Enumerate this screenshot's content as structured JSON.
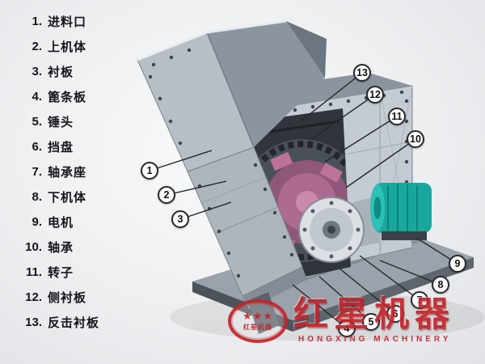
{
  "parts_list": {
    "items": [
      {
        "num": "1.",
        "label": "进料口"
      },
      {
        "num": "2.",
        "label": "上机体"
      },
      {
        "num": "3.",
        "label": "衬板"
      },
      {
        "num": "4.",
        "label": "篦条板"
      },
      {
        "num": "5.",
        "label": "锤头"
      },
      {
        "num": "6.",
        "label": "挡盘"
      },
      {
        "num": "7.",
        "label": "轴承座"
      },
      {
        "num": "8.",
        "label": "下机体"
      },
      {
        "num": "9.",
        "label": "电机"
      },
      {
        "num": "10.",
        "label": "轴承"
      },
      {
        "num": "11.",
        "label": "转子"
      },
      {
        "num": "12.",
        "label": "侧衬板"
      },
      {
        "num": "13.",
        "label": "反击衬板"
      }
    ]
  },
  "callouts": [
    {
      "n": "1"
    },
    {
      "n": "2"
    },
    {
      "n": "3"
    },
    {
      "n": "4"
    },
    {
      "n": "5"
    },
    {
      "n": "6"
    },
    {
      "n": "7"
    },
    {
      "n": "8"
    },
    {
      "n": "9"
    },
    {
      "n": "10"
    },
    {
      "n": "11"
    },
    {
      "n": "12"
    },
    {
      "n": "13"
    }
  ],
  "watermark": {
    "stars": "★★★",
    "brand_cn": "红星机器",
    "brand_en": "HONGXING MACHINERY"
  },
  "colors": {
    "accent_red": "#c4242b",
    "motor_teal": "#17a79d",
    "rotor_pink": "#ad6a90",
    "machine_gray": "#c5cbd2"
  }
}
